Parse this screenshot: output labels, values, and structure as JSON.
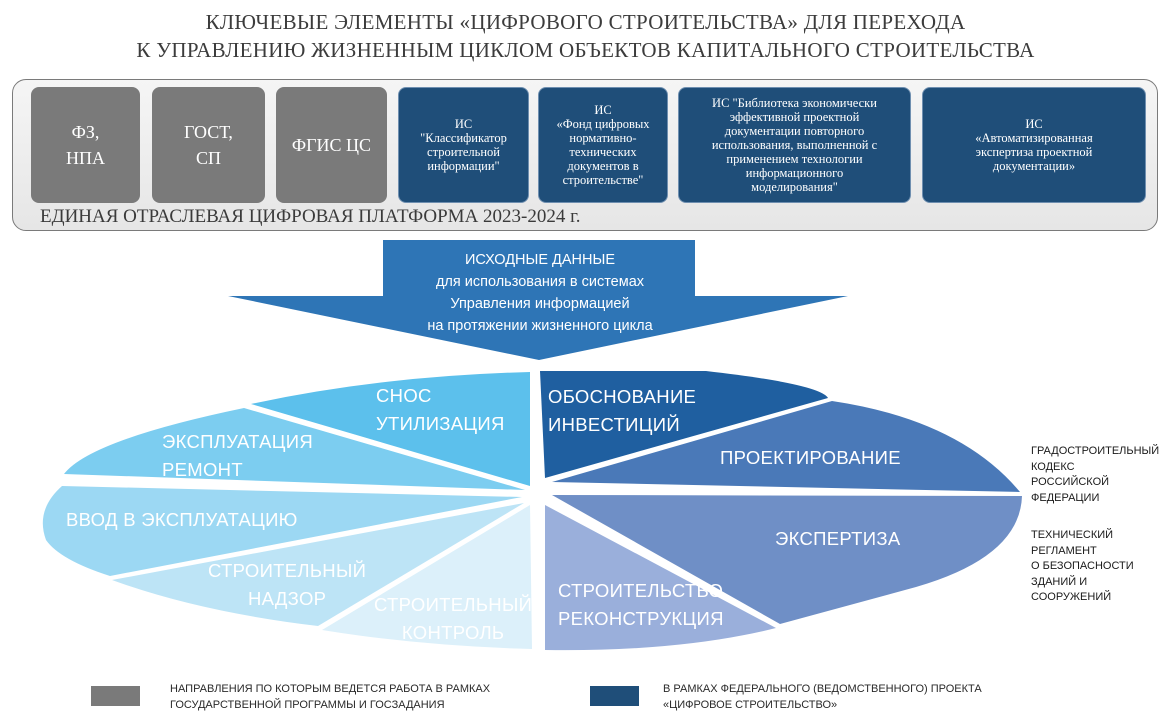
{
  "title": {
    "line1": "КЛЮЧЕВЫЕ ЭЛЕМЕНТЫ «ЦИФРОВОГО СТРОИТЕЛЬСТВА» ДЛЯ ПЕРЕХОДА",
    "line2": "К УПРАВЛЕНИЮ ЖИЗНЕННЫМ ЦИКЛОМ ОБЪЕКТОВ КАПИТАЛЬНОГО СТРОИТЕЛЬСТВА"
  },
  "platform": {
    "label": "ЕДИНАЯ  ОТРАСЛЕВАЯ ЦИФРОВАЯ ПЛАТФОРМА 2023-2024 г.",
    "gray_boxes": [
      "ФЗ,\nНПА",
      "ГОСТ,\nСП",
      "ФГИС ЦС"
    ],
    "blue_boxes": [
      "ИС\n\"Классификатор\nстроительной\nинформации\"",
      "ИС\n«Фонд цифровых\nнормативно-\nтехнических\nдокументов в\nстроительстве\"",
      "ИС \"Библиотека экономически\nэффективной проектной\nдокументации повторного\nиспользования, выполненной с\nприменением технологии\nинформационного\nмоделирования\"",
      "ИС\n«Автоматизированная\nэкспертиза проектной\nдокументации»"
    ]
  },
  "arrow": {
    "lines": [
      "ИСХОДНЫЕ ДАННЫЕ",
      "для использования в системах",
      "Управления информацией",
      "на протяжении жизненного цикла"
    ]
  },
  "stages": {
    "demolition": "СНОС\nУТИЛИЗАЦИЯ",
    "investment": "ОБОСНОВАНИЕ\nИНВЕСТИЦИЙ",
    "design": "ПРОЕКТИРОВАНИЕ",
    "expertise": "ЭКСПЕРТИЗА",
    "construction": "СТРОИТЕЛЬСТВО\nРЕКОНСТРУКЦИЯ",
    "control": "СТРОИТЕЛЬНЫЙ\nКОНТРОЛЬ",
    "supervision": "СТРОИТЕЛЬНЫЙ\nНАДЗОР",
    "commissioning": "ВВОД В ЭКСПЛУАТАЦИЮ",
    "operation": "ЭКСПЛУАТАЦИЯ\nРЕМОНТ"
  },
  "notes": {
    "code": "ГРАДОСТРОИТЕЛЬНЫЙ\nКОДЕКС\nРОССИЙСКОЙ\nФЕДЕРАЦИИ",
    "regulation": "ТЕХНИЧЕСКИЙ\nРЕГЛАМЕНТ\nО БЕЗОПАСНОСТИ\nЗДАНИЙ И\nСООРУЖЕНИЙ"
  },
  "legend": {
    "gray_text": "НАПРАВЛЕНИЯ ПО КОТОРЫМ ВЕДЕТСЯ РАБОТА В РАМКАХ\nГОСУДАРСТВЕННОЙ ПРОГРАММЫ И ГОСЗАДАНИЯ",
    "blue_text": "В РАМКАХ ФЕДЕРАЛЬНОГО (ВЕДОМСТВЕННОГО) ПРОЕКТА\n«ЦИФРОВОЕ СТРОИТЕЛЬСТВО»"
  },
  "colors": {
    "gray": "#7a7a7a",
    "navy": "#1f4e79",
    "arrow": "#2e75b6",
    "investment": "#1f5fa0",
    "design": "#4a79b8",
    "expertise": "#6f8fc6",
    "construction": "#9aafdb",
    "demolition": "#5cc0ec",
    "operation": "#7ccdf0",
    "commissioning": "#9cd8f3",
    "supervision": "#bde4f6",
    "control": "#dcf0fa"
  }
}
